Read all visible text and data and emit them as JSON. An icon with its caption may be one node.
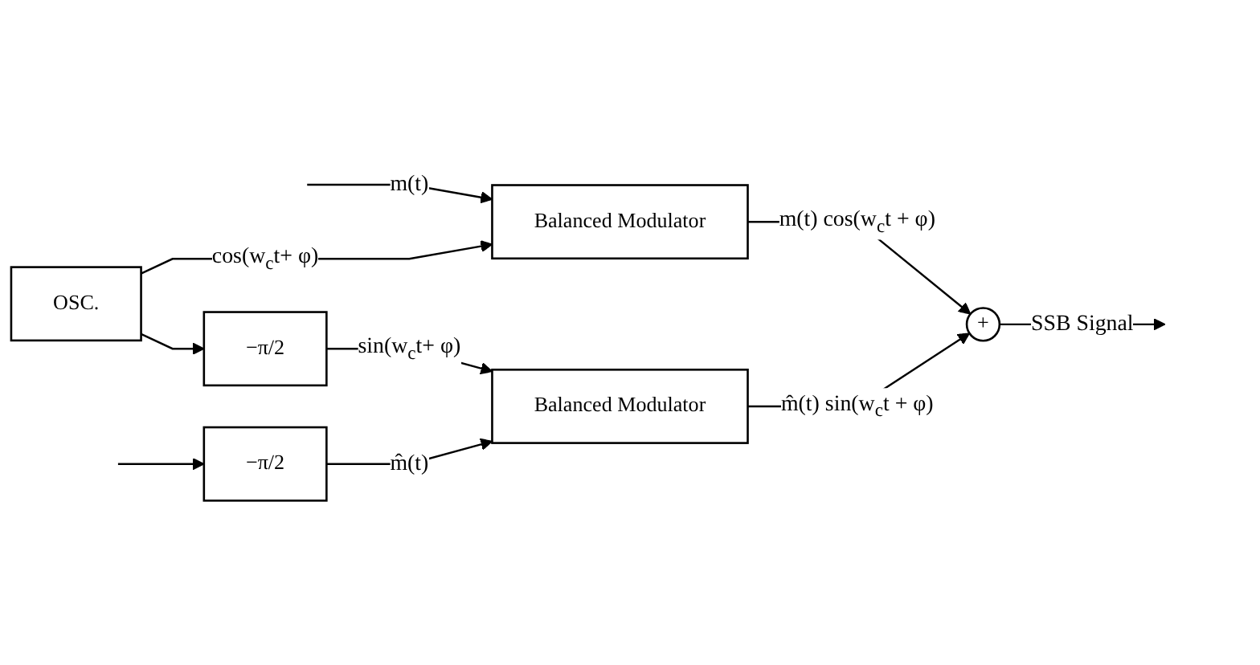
{
  "diagram": {
    "nodes": [
      {
        "text": [
          "Balanced Modulator"
        ]
      },
      {
        "text": [
          "OSC."
        ]
      },
      {
        "text": [
          "−π/2"
        ]
      },
      {
        "text": [
          "+"
        ]
      },
      {
        "text": [
          "−π/2"
        ]
      },
      {
        "text": [
          "Balanced Modulator"
        ]
      }
    ],
    "edges": [
      {
        "from": null,
        "to": 0,
        "arrow": "to",
        "label": "m(t)"
      },
      {
        "from": null,
        "to": 4,
        "arrow": "to"
      },
      {
        "from": 1,
        "to": 0,
        "arrow": "to",
        "label": "cos(w$_{c}$t+ φ)"
      },
      {
        "from": 1,
        "to": 2,
        "arrow": "to"
      },
      {
        "from": 2,
        "to": 5,
        "arrow": "to",
        "label": "sin(w$_{c}$t+ φ)"
      },
      {
        "from": 4,
        "to": 5,
        "arrow": "to",
        "label": "m̂(t)"
      },
      {
        "from": 0,
        "to": 3,
        "arrow": "to",
        "label": "m(t) cos(w$_{c}$t + φ)"
      },
      {
        "from": 5,
        "to": 3,
        "arrow": "to",
        "label": "m̂(t) sin(w$_{c}$t + φ)"
      },
      {
        "from": 3,
        "to": null,
        "arrow": "to",
        "label": "SSB Signal"
      }
    ]
  }
}
